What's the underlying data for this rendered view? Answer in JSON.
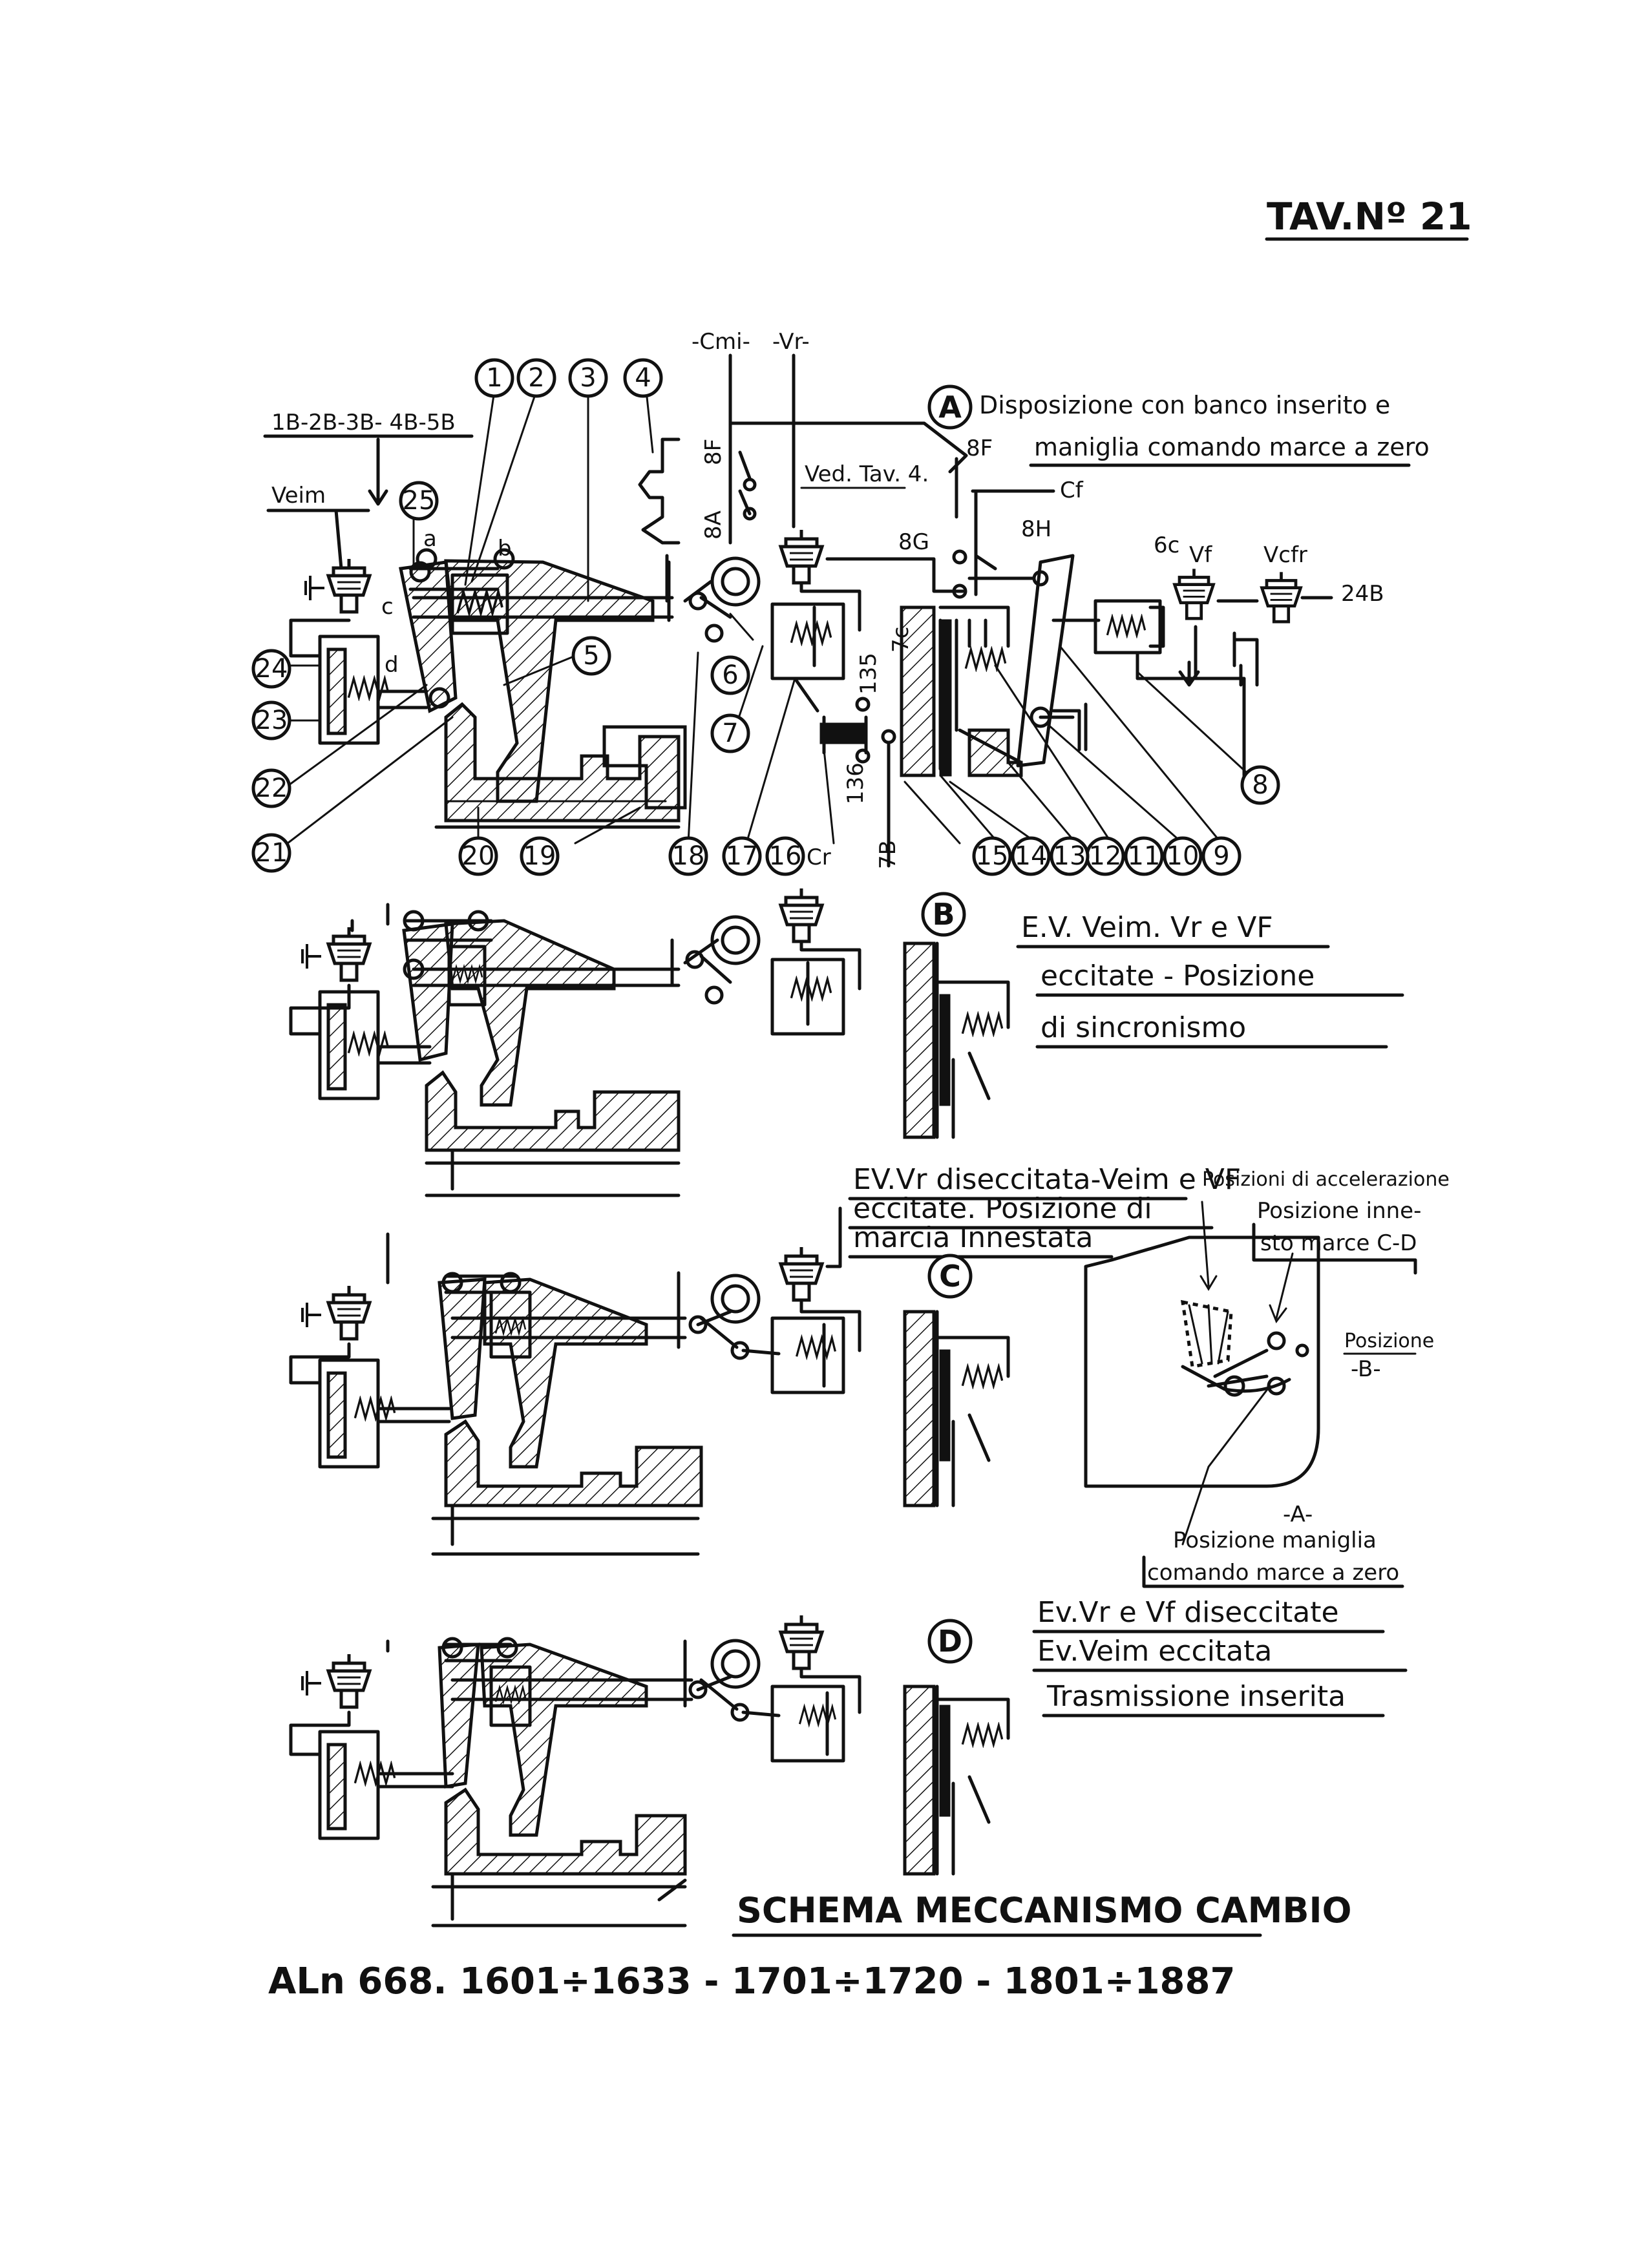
{
  "sheet": {
    "plate": "TAV.Nº 21"
  },
  "title": "SCHEMA MECCANISMO CAMBIO",
  "model": "ALn 668. 1601÷1633 - 1701÷1720 - 1801÷1887",
  "top_labels": {
    "cmi": "-Cmi-",
    "vr": "-Vr-",
    "wires": "1B-2B-3B- 4B-5B",
    "veim": "Veim",
    "ved": "Ved. Tav. 4.",
    "w8f_a": "8F",
    "w8a": "8A",
    "w8f_b": "8F",
    "w8g": "8G",
    "w8h": "8H",
    "cf": "Cf",
    "w6c": "6c",
    "vf": "Vf",
    "vcfr": "Vcfr",
    "w24b": "24B",
    "w135": "135",
    "w7c": "7c",
    "w136": "136",
    "w7b": "7B",
    "cr": "Cr",
    "pt_a": "a",
    "pt_b": "b",
    "pt_c": "c",
    "pt_d": "d"
  },
  "callouts": [
    "1",
    "2",
    "3",
    "4",
    "5",
    "6",
    "7",
    "8",
    "9",
    "10",
    "11",
    "12",
    "13",
    "14",
    "15",
    "16",
    "17",
    "18",
    "19",
    "20",
    "21",
    "22",
    "23",
    "24",
    "25"
  ],
  "views": [
    {
      "letter": "A",
      "line1": "Disposizione con banco inserito e",
      "line2": "maniglia comando marce a zero"
    },
    {
      "letter": "B",
      "line1": "E.V. Veim. Vr e VF",
      "line2": "eccitate - Posizione",
      "line3": "di sincronismo"
    },
    {
      "letter": "C",
      "line1": "EV.Vr diseccitata-Veim e VF",
      "line2": "eccitate. Posizione di",
      "line3": "marcia Innestata"
    },
    {
      "letter": "D",
      "line1": "Ev.Vr e Vf diseccitate",
      "line2": "Ev.Veim eccitata",
      "line3": "Trasmissione inserita"
    }
  ],
  "lever_labels": {
    "accel": "Posizioni di accelerazione",
    "innesto1": "Posizione inne-",
    "innesto2": "sto marce C-D",
    "pos": "Posizione",
    "b": "-B-",
    "a": "-A-",
    "zero1": "Posizione maniglia",
    "zero2": "comando marce a zero"
  }
}
